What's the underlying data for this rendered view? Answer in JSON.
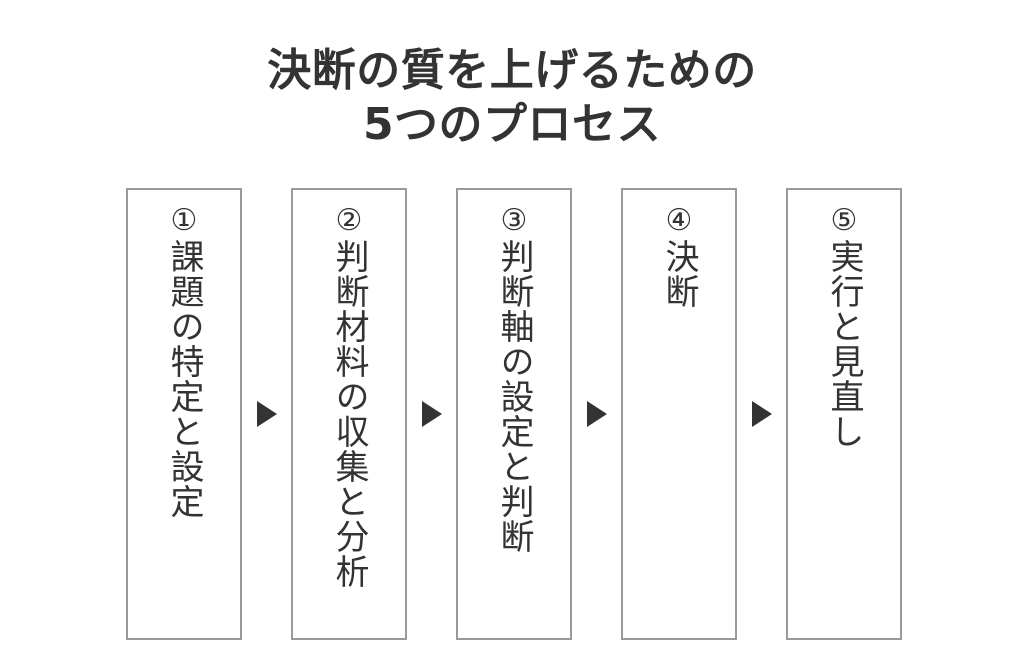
{
  "background_color": "#ffffff",
  "title": {
    "line1": "決断の質を上げるための",
    "line2": "5つのプロセス",
    "color": "#333333"
  },
  "diagram": {
    "type": "process-flow",
    "orientation": "horizontal-left-to-right",
    "box_border_color": "#9a9a9a",
    "box_fill_color": "#ffffff",
    "text_color": "#333333",
    "arrow_color": "#333333",
    "arrow_glyph": "right-triangle",
    "steps": [
      {
        "number": "①",
        "label": "課題の特定と設定"
      },
      {
        "number": "②",
        "label": "判断材料の収集と分析"
      },
      {
        "number": "③",
        "label": "判断軸の設定と判断"
      },
      {
        "number": "④",
        "label": "決断"
      },
      {
        "number": "⑤",
        "label": "実行と見直し"
      }
    ],
    "arrows": [
      {
        "from": "①",
        "to": "②"
      },
      {
        "from": "②",
        "to": "③"
      },
      {
        "from": "③",
        "to": "④"
      },
      {
        "from": "④",
        "to": "⑤"
      }
    ]
  }
}
